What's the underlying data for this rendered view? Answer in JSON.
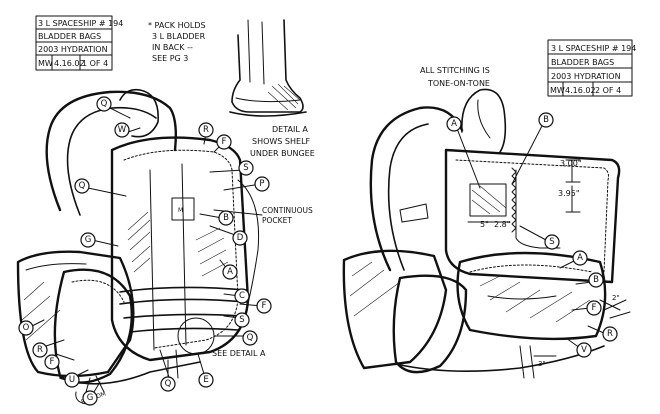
{
  "title_block_left": {
    "lines": [
      "3 L SPACESHIP # 194",
      "BLADDER BAGS",
      "2003 HYDRATION"
    ],
    "row": [
      "MW",
      "4.16.02",
      "1 OF 4"
    ]
  },
  "title_block_right": {
    "lines": [
      "3 L SPACESHIP # 194",
      "BLADDER BAGS",
      "2003 HYDRATION"
    ],
    "row": [
      "MW",
      "4.16.02",
      "2 OF 4"
    ]
  },
  "notes": {
    "pack_holds": [
      "* PACK HOLDS",
      "3 L BLADDER",
      "IN BACK --",
      "SEE PG 3"
    ],
    "detail_a": [
      "DETAIL A",
      "SHOWS SHELF",
      "UNDER BUNGEE"
    ],
    "continuous_pocket": [
      "CONTINUOUS",
      "POCKET"
    ],
    "see_detail": "SEE DETAIL A",
    "stitching": [
      "ALL STITCHING IS",
      "TONE-ON-TONE"
    ],
    "bottom": "BOTTOM"
  },
  "dimensions": {
    "d1": "3.00\"",
    "d2": "3.95\"",
    "d3": "5\"",
    "d4": "2.8\"",
    "d5": "2\"",
    "d6": "3\""
  },
  "callouts_left": [
    "Q",
    "W",
    "R",
    "F",
    "S",
    "P",
    "Q",
    "G",
    "B",
    "D",
    "A",
    "C",
    "F",
    "S",
    "Q",
    "O",
    "R",
    "F",
    "U",
    "G",
    "Q",
    "E"
  ],
  "callouts_right": [
    "A",
    "B",
    "S",
    "A",
    "B",
    "F",
    "R",
    "V"
  ]
}
